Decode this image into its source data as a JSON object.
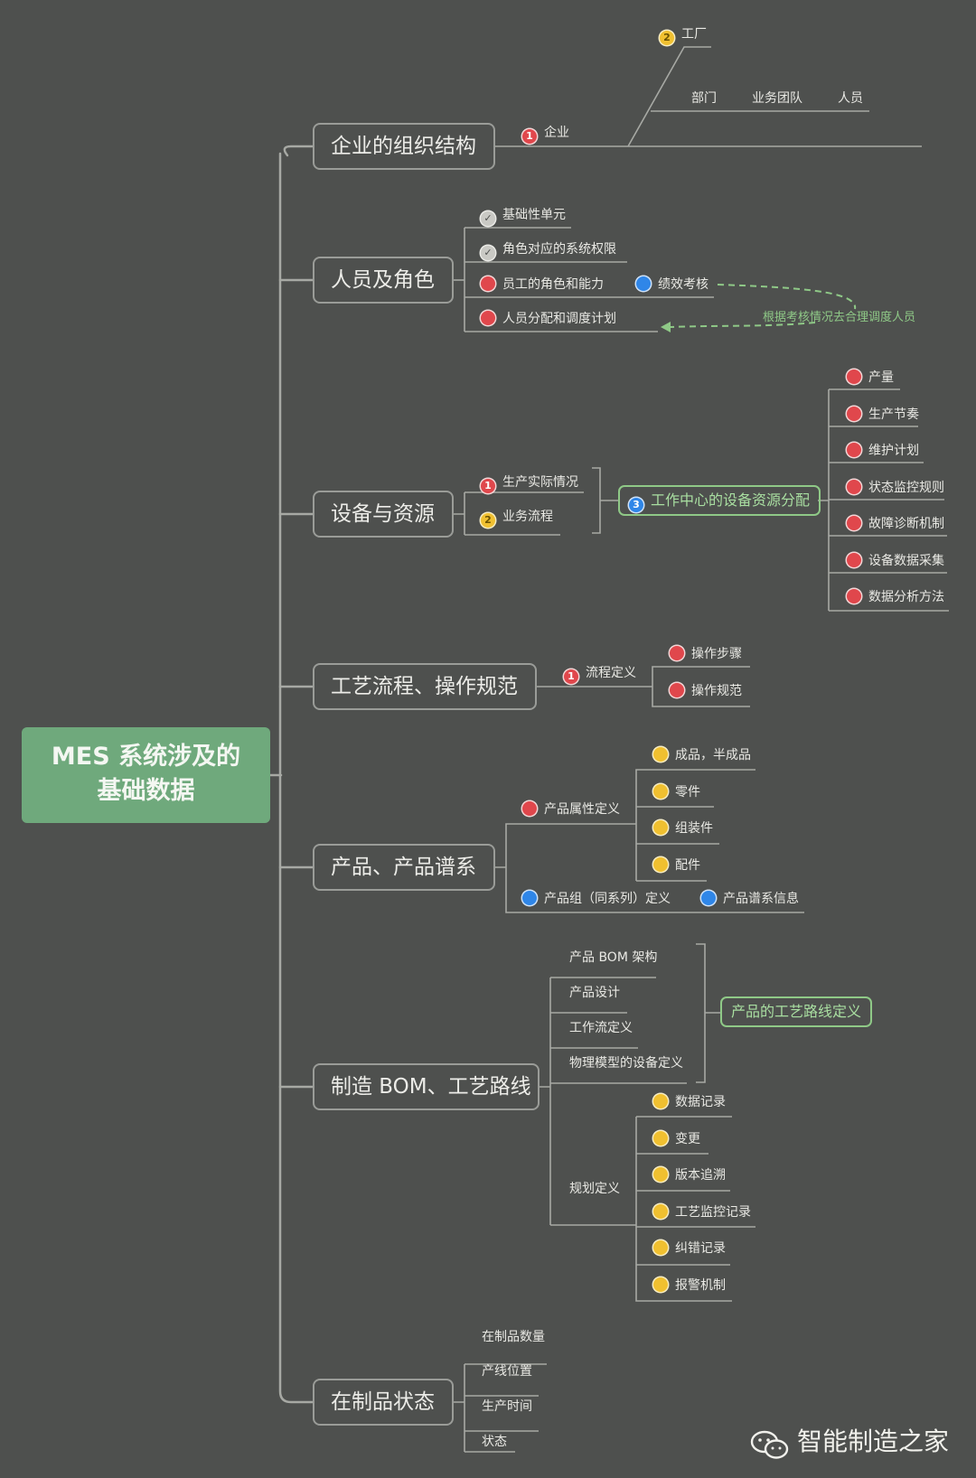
{
  "root": {
    "line1": "MES 系统涉及的",
    "line2": "基础数据"
  },
  "branches": {
    "org": {
      "title": "企业的组织结构",
      "enterprise": "企业",
      "factory": "工厂",
      "dept": "部门",
      "team": "业务团队",
      "people": "人员"
    },
    "people": {
      "title": "人员及角色",
      "items": [
        "基础性单元",
        "角色对应的系统权限",
        "员工的角色和能力",
        "人员分配和调度计划"
      ],
      "kpi": "绩效考核",
      "note": "根据考核情况去合理调度人员"
    },
    "equipment": {
      "title": "设备与资源",
      "items": [
        "生产实际情况",
        "业务流程"
      ],
      "center": "工作中心的设备资源分配",
      "sub": [
        "产量",
        "生产节奏",
        "维护计划",
        "状态监控规则",
        "故障诊断机制",
        "设备数据采集",
        "数据分析方法"
      ]
    },
    "process": {
      "title": "工艺流程、操作规范",
      "def": "流程定义",
      "sub": [
        "操作步骤",
        "操作规范"
      ]
    },
    "product": {
      "title": "产品、产品谱系",
      "attr": "产品属性定义",
      "attr_items": [
        "成品，半成品",
        "零件",
        "组装件",
        "配件"
      ],
      "group": "产品组（同系列）定义",
      "family": "产品谱系信息"
    },
    "bom": {
      "title": "制造 BOM、工艺路线",
      "items": [
        "产品 BOM 架构",
        "产品设计",
        "工作流定义",
        "物理模型的设备定义"
      ],
      "route": "产品的工艺路线定义",
      "plan": "规划定义",
      "plan_items": [
        "数据记录",
        "变更",
        "版本追溯",
        "工艺监控记录",
        "纠错记录",
        "报警机制"
      ]
    },
    "wip": {
      "title": "在制品状态",
      "items": [
        "在制品数量",
        "产线位置",
        "生产时间",
        "状态"
      ]
    }
  },
  "markers": {
    "one": "1",
    "two": "2",
    "three": "3"
  },
  "footer": {
    "brand": "智能制造之家"
  },
  "colors": {
    "background": "#4e504e",
    "root_fill": "#6fa97c",
    "line": "#a7a9a4",
    "accent_green": "#8fc987",
    "red": "#e0474c",
    "yellow": "#f0c030",
    "blue": "#2f86e8"
  }
}
